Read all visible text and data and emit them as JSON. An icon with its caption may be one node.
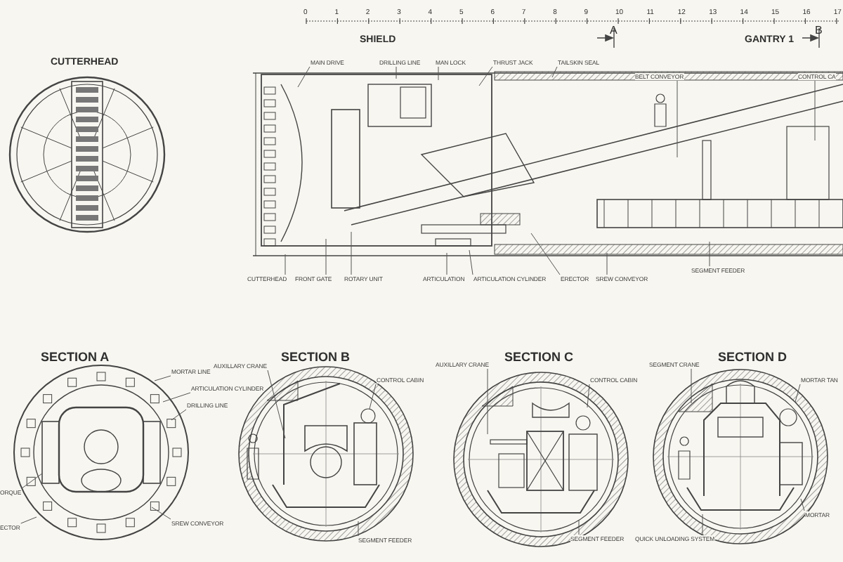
{
  "diagram": {
    "nodes": [
      {
        "text": [
          "MAIN DRIVE"
        ]
      },
      {
        "text": [
          "DRILLING LINE"
        ]
      },
      {
        "text": [
          "MAN LOCK"
        ]
      },
      {
        "text": [
          "THRUST JACK"
        ]
      },
      {
        "text": [
          "TAILSKIN SEAL"
        ]
      },
      {
        "text": [
          "BELT CONVEYOR"
        ]
      },
      {
        "text": [
          "CONTROL CA"
        ]
      },
      {
        "text": [
          "CUTTERHEAD"
        ]
      },
      {
        "text": [
          "FRONT GATE"
        ]
      },
      {
        "text": [
          "ROTARY UNIT"
        ]
      },
      {
        "text": [
          "ARTICULATION"
        ]
      },
      {
        "text": [
          "ARTICULATION CYLINDER"
        ]
      },
      {
        "text": [
          "ERECTOR"
        ]
      },
      {
        "text": [
          "SREW CONVEYOR"
        ]
      },
      {
        "text": [
          "SEGMENT FEEDER"
        ]
      },
      {
        "text": [
          "MORTAR LINE"
        ]
      },
      {
        "text": [
          "ARTICULATION CYLINDER"
        ]
      },
      {
        "text": [
          "DRILLING LINE"
        ]
      },
      {
        "text": [
          "ORQUE"
        ]
      },
      {
        "text": [
          "ECTOR"
        ]
      },
      {
        "text": [
          "SREW CONVEYOR"
        ]
      },
      {
        "text": [
          "AUXILLARY CRANE"
        ]
      },
      {
        "text": [
          "CONTROL CABIN"
        ]
      },
      {
        "text": [
          "SEGMENT FEEDER"
        ]
      },
      {
        "text": [
          "AUXILLARY CRANE"
        ]
      },
      {
        "text": [
          "CONTROL CABIN"
        ]
      },
      {
        "text": [
          "SEGMENT FEEDER"
        ]
      },
      {
        "text": [
          "QUICK UNLOADING SYSTEM"
        ]
      },
      {
        "text": [
          "SEGMENT CRANE"
        ]
      },
      {
        "text": [
          "MORTAR TAN"
        ]
      },
      {
        "text": [
          "MORTAR"
        ]
      }
    ],
    "edges": [
      {
        "from": 0,
        "to": null,
        "arrow": "none"
      },
      {
        "from": 1,
        "to": null,
        "arrow": "none"
      },
      {
        "from": 2,
        "to": null,
        "arrow": "none"
      },
      {
        "from": 3,
        "to": null,
        "arrow": "none"
      },
      {
        "from": 4,
        "to": null,
        "arrow": "none"
      },
      {
        "from": 5,
        "to": null,
        "arrow": "none"
      },
      {
        "from": 6,
        "to": null,
        "arrow": "none"
      },
      {
        "from": 7,
        "to": null,
        "arrow": "none"
      },
      {
        "from": 8,
        "to": null,
        "arrow": "none"
      },
      {
        "from": 9,
        "to": null,
        "arrow": "none"
      },
      {
        "from": 10,
        "to": null,
        "arrow": "none"
      },
      {
        "from": 11,
        "to": null,
        "arrow": "none"
      },
      {
        "from": 12,
        "to": null,
        "arrow": "none"
      },
      {
        "from": 13,
        "to": null,
        "arrow": "none"
      },
      {
        "from": 14,
        "to": null,
        "arrow": "none"
      },
      {
        "from": 15,
        "to": null,
        "arrow": "none"
      },
      {
        "from": 16,
        "to": null,
        "arrow": "none"
      },
      {
        "from": 17,
        "to": null,
        "arrow": "none"
      },
      {
        "from": 18,
        "to": null,
        "arrow": "none"
      },
      {
        "from": 19,
        "to": null,
        "arrow": "none"
      },
      {
        "from": 20,
        "to": null,
        "arrow": "none"
      },
      {
        "from": 21,
        "to": null,
        "arrow": "none"
      },
      {
        "from": 22,
        "to": null,
        "arrow": "none"
      },
      {
        "from": 23,
        "to": null,
        "arrow": "none"
      },
      {
        "from": 24,
        "to": null,
        "arrow": "none"
      },
      {
        "from": 25,
        "to": null,
        "arrow": "none"
      },
      {
        "from": 26,
        "to": null,
        "arrow": "none"
      },
      {
        "from": 27,
        "to": null,
        "arrow": "none"
      },
      {
        "from": 28,
        "to": null,
        "arrow": "none"
      },
      {
        "from": 29,
        "to": null,
        "arrow": "none"
      },
      {
        "from": 30,
        "to": null,
        "arrow": "none"
      }
    ],
    "labels": [
      "CUTTERHEAD",
      "0",
      "1",
      "2",
      "3",
      "4",
      "5",
      "6",
      "7",
      "8",
      "9",
      "10",
      "11",
      "12",
      "13",
      "14",
      "15",
      "16",
      "17",
      "SHIELD",
      "A",
      "GANTRY 1",
      "B",
      "SECTION A",
      "SECTION B",
      "SECTION C",
      "SECTION D"
    ]
  }
}
